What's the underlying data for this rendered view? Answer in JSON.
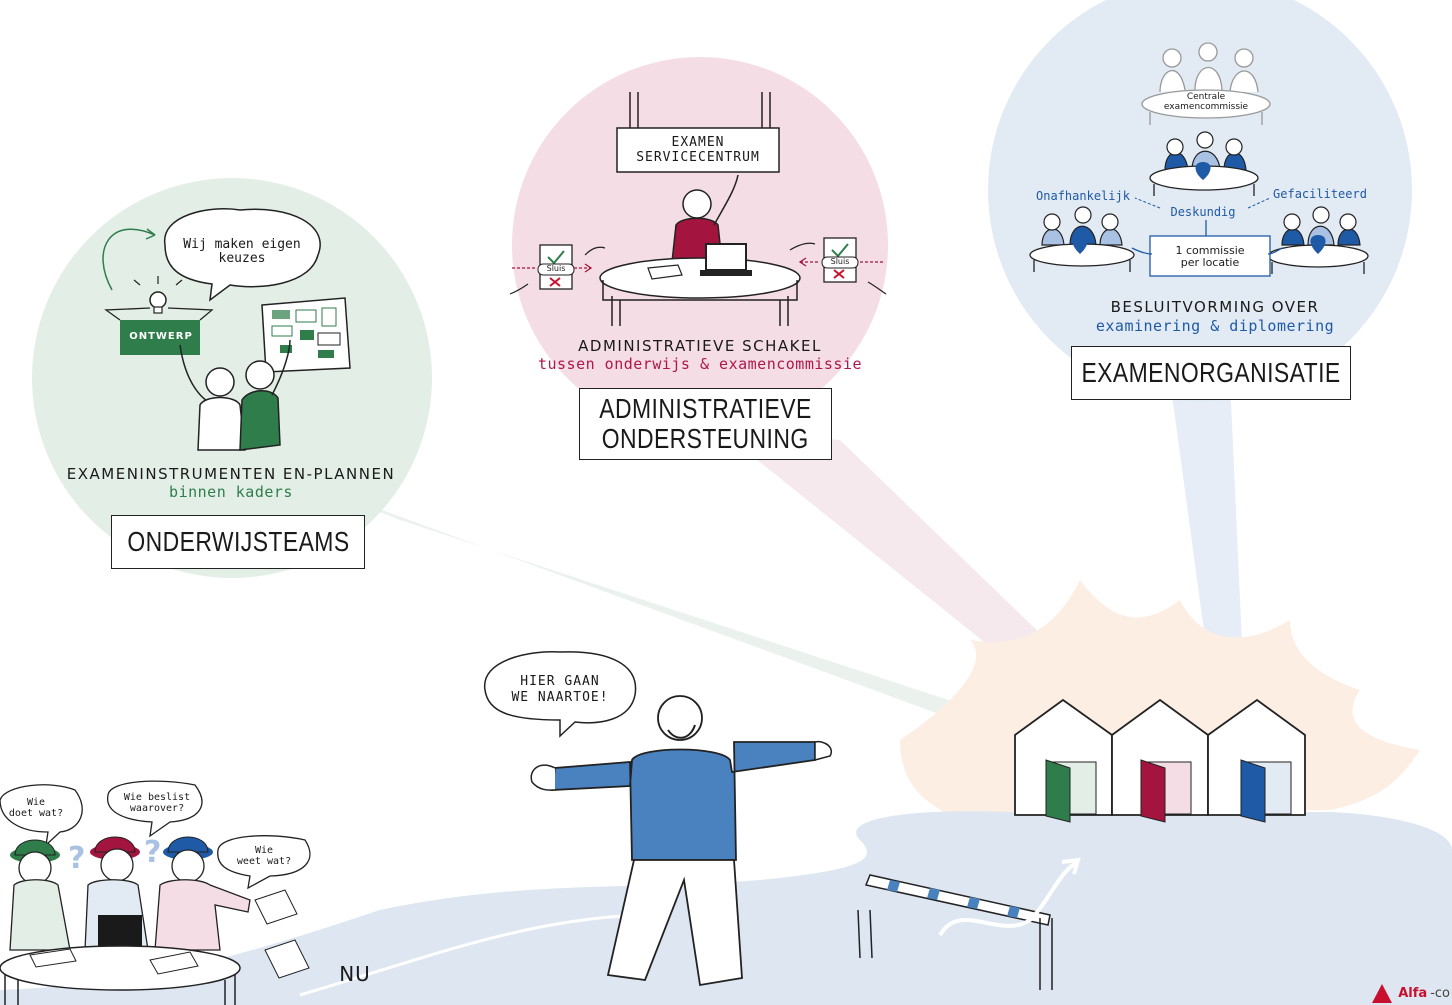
{
  "onderwijsteams": {
    "bubble": "Wij maken eigen keuzes",
    "box_label": "ONTWERP",
    "caption": "EXAMENINSTRUMENTEN EN-PLANNEN",
    "subcaption": "binnen kaders",
    "title": "ONDERWIJSTEAMS"
  },
  "administratie": {
    "sign_line1": "EXAMEN",
    "sign_line2": "SERVICECENTRUM",
    "sluis_left": "Sluis",
    "sluis_right": "Sluis",
    "caption": "ADMINISTRATIEVE SCHAKEL",
    "subcaption": "tussen onderwijs & examencommissie",
    "title_line1": "ADMINISTRATIEVE",
    "title_line2": "ONDERSTEUNING"
  },
  "examenorganisatie": {
    "central_line1": "Centrale",
    "central_line2": "examencommissie",
    "label_left": "Onafhankelijk",
    "label_mid": "Deskundig",
    "label_right": "Gefaciliteerd",
    "commissie_line1": "1 commissie",
    "commissie_line2": "per locatie",
    "caption": "BESLUITVORMING OVER",
    "subcaption": "examinering & diplomering",
    "title": "EXAMENORGANISATIE"
  },
  "center": {
    "speech_line1": "HIER GAAN",
    "speech_line2": "WE NAARTOE!"
  },
  "now": {
    "q1_line1": "Wie",
    "q1_line2": "doet wat?",
    "q2_line1": "Wie beslist",
    "q2_line2": "waarover?",
    "q3_line1": "Wie",
    "q3_line2": "weet wat?",
    "label": "NU"
  },
  "logo": {
    "text": "Alfa",
    "suffix": "-co"
  },
  "colors": {
    "green": "#2f7d4a",
    "red": "#a3153f",
    "blue": "#1f5aa6"
  }
}
